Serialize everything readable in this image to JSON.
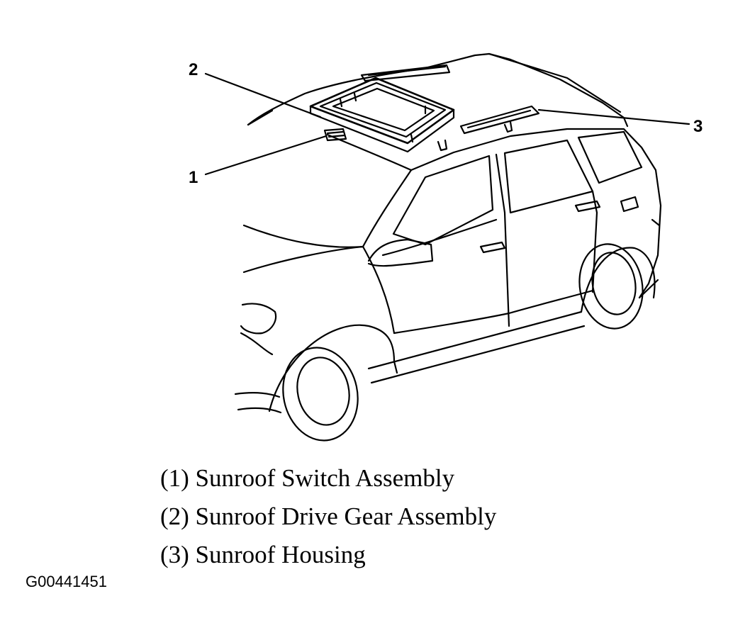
{
  "callouts": {
    "c1": "1",
    "c2": "2",
    "c3": "3"
  },
  "legend": [
    "(1) Sunroof Switch Assembly",
    "(2) Sunroof Drive Gear Assembly",
    "(3) Sunroof Housing"
  ],
  "figure_id": "G00441451"
}
